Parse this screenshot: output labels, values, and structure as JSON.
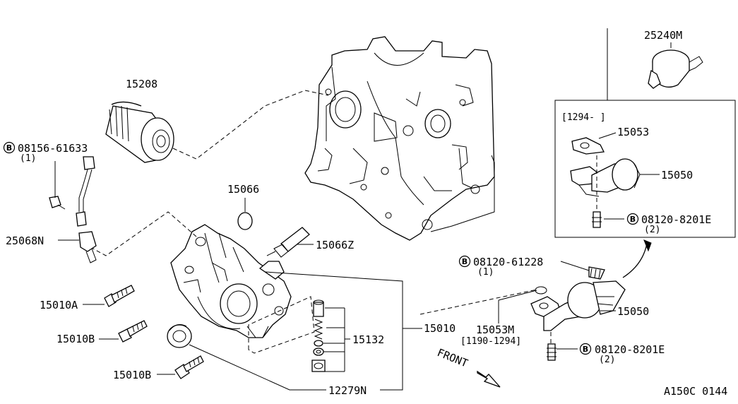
{
  "labels": {
    "p25240m": "25240M",
    "p15208": "15208",
    "b08156": "08156-61633",
    "b08156_qty": "(1)",
    "p15066": "15066",
    "p15066z": "15066Z",
    "p25068n": "25068N",
    "p15010a": "15010A",
    "p15010b_1": "15010B",
    "p15010b_2": "15010B",
    "p15132": "15132",
    "p15010": "15010",
    "p12279n": "12279N",
    "p15053m": "15053M",
    "p15053m_range": "[1190-1294]",
    "p15050_lower": "15050",
    "b08120_61228": "08120-61228",
    "b08120_61228_qty": "(1)",
    "b08120_8201e_lower": "08120-8201E",
    "b08120_8201e_lower_qty": "(2)",
    "inset_range": "[1294-      ]",
    "p15053": "15053",
    "p15050_upper": "15050",
    "b08120_8201e_upper": "08120-8201E",
    "b08120_8201e_upper_qty": "(2)",
    "front": "FRONT",
    "ref_code": "A150C 0144",
    "badge_b": "B"
  }
}
